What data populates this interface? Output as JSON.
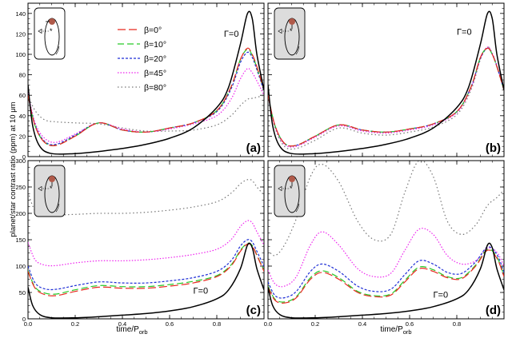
{
  "ylabel": "planet/star contrast ratio (ppm) at 10 μm",
  "xlabel": "time/P",
  "xlabel_sub": "orb",
  "gamma_label": "Γ=0",
  "legend": [
    {
      "label": "β=0°",
      "color": "#e8281f",
      "dash": "10,4"
    },
    {
      "label": "β=10°",
      "color": "#27c927",
      "dash": "8,4"
    },
    {
      "label": "β=20°",
      "color": "#1f2fd6",
      "dash": "3,2"
    },
    {
      "label": "β=45°",
      "color": "#ee22ee",
      "dash": "1.5,2"
    },
    {
      "label": "β=80°",
      "color": "#777777",
      "dash": "1.5,3"
    }
  ],
  "chart_data": [
    {
      "type": "line",
      "panel": "(a)",
      "xlim": [
        0,
        1
      ],
      "ylim": [
        0,
        150
      ],
      "yticks": [
        0,
        20,
        40,
        60,
        80,
        100,
        120,
        140
      ],
      "xticks": [
        0.0,
        0.2,
        0.4,
        0.6,
        0.8
      ],
      "series": [
        {
          "name": "Γ=0",
          "x": [
            0,
            0.02,
            0.05,
            0.1,
            0.2,
            0.3,
            0.4,
            0.5,
            0.6,
            0.7,
            0.8,
            0.85,
            0.9,
            0.93,
            0.95,
            0.97,
            1.0
          ],
          "y": [
            70,
            30,
            10,
            3,
            3,
            5,
            8,
            12,
            18,
            28,
            48,
            68,
            110,
            140,
            135,
            100,
            65
          ]
        },
        {
          "name": "β=0°",
          "x": [
            0,
            0.03,
            0.07,
            0.12,
            0.2,
            0.3,
            0.4,
            0.5,
            0.6,
            0.7,
            0.8,
            0.86,
            0.9,
            0.93,
            0.95,
            0.97,
            1.0
          ],
          "y": [
            60,
            30,
            14,
            11,
            20,
            33,
            26,
            24,
            28,
            33,
            45,
            68,
            95,
            106,
            100,
            88,
            65
          ]
        },
        {
          "name": "β=10°",
          "x": [
            0,
            0.03,
            0.07,
            0.12,
            0.2,
            0.3,
            0.4,
            0.5,
            0.6,
            0.7,
            0.8,
            0.86,
            0.9,
            0.93,
            0.95,
            0.97,
            1.0
          ],
          "y": [
            60,
            30,
            14,
            11,
            20,
            33,
            26,
            24,
            28,
            33,
            45,
            68,
            95,
            105,
            99,
            87,
            65
          ]
        },
        {
          "name": "β=20°",
          "x": [
            0,
            0.03,
            0.07,
            0.12,
            0.2,
            0.3,
            0.4,
            0.5,
            0.6,
            0.7,
            0.8,
            0.86,
            0.9,
            0.93,
            0.95,
            0.97,
            1.0
          ],
          "y": [
            60,
            31,
            15,
            12,
            21,
            33,
            26,
            24,
            28,
            33,
            44,
            66,
            92,
            102,
            97,
            85,
            64
          ]
        },
        {
          "name": "β=45°",
          "x": [
            0,
            0.03,
            0.07,
            0.12,
            0.2,
            0.3,
            0.4,
            0.5,
            0.6,
            0.7,
            0.8,
            0.86,
            0.9,
            0.93,
            0.95,
            0.97,
            1.0
          ],
          "y": [
            62,
            33,
            18,
            14,
            22,
            33,
            27,
            24,
            27,
            32,
            40,
            56,
            76,
            86,
            82,
            74,
            60
          ]
        },
        {
          "name": "β=80°",
          "x": [
            0,
            0.03,
            0.07,
            0.12,
            0.2,
            0.3,
            0.4,
            0.5,
            0.6,
            0.7,
            0.8,
            0.86,
            0.9,
            0.93,
            0.95,
            0.97,
            1.0
          ],
          "y": [
            60,
            45,
            36,
            34,
            33,
            32,
            28,
            25,
            25,
            26,
            31,
            40,
            50,
            56,
            57,
            58,
            60
          ]
        }
      ]
    },
    {
      "type": "line",
      "panel": "(b)",
      "xlim": [
        0,
        1
      ],
      "ylim": [
        0,
        150
      ],
      "yticks": [
        0,
        20,
        40,
        60,
        80,
        100,
        120,
        140
      ],
      "xticks": [
        0.0,
        0.2,
        0.4,
        0.6,
        0.8
      ],
      "series": [
        {
          "name": "Γ=0",
          "x": [
            0,
            0.02,
            0.05,
            0.1,
            0.2,
            0.3,
            0.4,
            0.5,
            0.6,
            0.7,
            0.8,
            0.85,
            0.9,
            0.93,
            0.95,
            0.97,
            1.0
          ],
          "y": [
            70,
            30,
            10,
            3,
            3,
            5,
            8,
            12,
            18,
            28,
            48,
            68,
            110,
            140,
            135,
            100,
            65
          ]
        },
        {
          "name": "β=0°",
          "x": [
            0,
            0.03,
            0.07,
            0.12,
            0.2,
            0.3,
            0.4,
            0.5,
            0.6,
            0.7,
            0.8,
            0.86,
            0.9,
            0.93,
            0.95,
            0.97,
            1.0
          ],
          "y": [
            60,
            30,
            13,
            11,
            20,
            31,
            26,
            24,
            27,
            32,
            44,
            68,
            97,
            106,
            100,
            88,
            65
          ]
        },
        {
          "name": "β=10°",
          "x": [
            0,
            0.03,
            0.07,
            0.12,
            0.2,
            0.3,
            0.4,
            0.5,
            0.6,
            0.7,
            0.8,
            0.86,
            0.9,
            0.93,
            0.95,
            0.97,
            1.0
          ],
          "y": [
            60,
            30,
            13,
            11,
            20,
            31,
            26,
            24,
            27,
            32,
            44,
            68,
            97,
            106,
            100,
            88,
            65
          ]
        },
        {
          "name": "β=20°",
          "x": [
            0,
            0.03,
            0.07,
            0.12,
            0.2,
            0.3,
            0.4,
            0.5,
            0.6,
            0.7,
            0.8,
            0.86,
            0.9,
            0.93,
            0.95,
            0.97,
            1.0
          ],
          "y": [
            60,
            30,
            13,
            11,
            20,
            31,
            26,
            24,
            27,
            32,
            44,
            68,
            96,
            106,
            100,
            88,
            65
          ]
        },
        {
          "name": "β=45°",
          "x": [
            0,
            0.03,
            0.07,
            0.12,
            0.2,
            0.3,
            0.4,
            0.5,
            0.6,
            0.7,
            0.8,
            0.86,
            0.9,
            0.93,
            0.95,
            0.97,
            1.0
          ],
          "y": [
            60,
            29,
            12,
            10,
            19,
            30,
            25,
            23,
            26,
            31,
            43,
            67,
            96,
            107,
            101,
            89,
            66
          ]
        },
        {
          "name": "β=80°",
          "x": [
            0,
            0.03,
            0.07,
            0.12,
            0.2,
            0.3,
            0.4,
            0.5,
            0.6,
            0.7,
            0.8,
            0.86,
            0.9,
            0.93,
            0.95,
            0.97,
            1.0
          ],
          "y": [
            60,
            28,
            10,
            8,
            16,
            28,
            23,
            21,
            24,
            29,
            41,
            65,
            95,
            107,
            101,
            89,
            66
          ]
        }
      ]
    },
    {
      "type": "line",
      "panel": "(c)",
      "xlim": [
        0,
        1
      ],
      "ylim": [
        0,
        300
      ],
      "yticks": [
        0,
        50,
        100,
        150,
        200,
        250,
        300
      ],
      "xticks": [
        0.0,
        0.2,
        0.4,
        0.6,
        0.8
      ],
      "series": [
        {
          "name": "Γ=0",
          "x": [
            0,
            0.02,
            0.05,
            0.1,
            0.2,
            0.3,
            0.4,
            0.5,
            0.6,
            0.7,
            0.8,
            0.85,
            0.9,
            0.93,
            0.95,
            0.97,
            1.0
          ],
          "y": [
            60,
            25,
            8,
            2,
            2,
            4,
            7,
            10,
            15,
            23,
            38,
            55,
            95,
            140,
            135,
            95,
            55
          ]
        },
        {
          "name": "β=0°",
          "x": [
            0,
            0.03,
            0.07,
            0.12,
            0.2,
            0.3,
            0.4,
            0.5,
            0.6,
            0.7,
            0.8,
            0.86,
            0.9,
            0.93,
            0.95,
            0.97,
            1.0
          ],
          "y": [
            90,
            58,
            46,
            44,
            52,
            60,
            58,
            58,
            62,
            68,
            80,
            100,
            128,
            142,
            138,
            120,
            90
          ]
        },
        {
          "name": "β=10°",
          "x": [
            0,
            0.03,
            0.07,
            0.12,
            0.2,
            0.3,
            0.4,
            0.5,
            0.6,
            0.7,
            0.8,
            0.86,
            0.9,
            0.93,
            0.95,
            0.97,
            1.0
          ],
          "y": [
            92,
            60,
            49,
            47,
            55,
            63,
            61,
            61,
            65,
            71,
            82,
            102,
            130,
            143,
            139,
            121,
            92
          ]
        },
        {
          "name": "β=20°",
          "x": [
            0,
            0.03,
            0.07,
            0.12,
            0.2,
            0.3,
            0.4,
            0.5,
            0.6,
            0.7,
            0.8,
            0.86,
            0.9,
            0.93,
            0.95,
            0.97,
            1.0
          ],
          "y": [
            100,
            68,
            57,
            56,
            63,
            70,
            68,
            68,
            72,
            78,
            90,
            110,
            138,
            150,
            146,
            128,
            100
          ]
        },
        {
          "name": "β=45°",
          "x": [
            0,
            0.03,
            0.07,
            0.12,
            0.2,
            0.3,
            0.4,
            0.5,
            0.6,
            0.7,
            0.8,
            0.86,
            0.9,
            0.93,
            0.95,
            0.97,
            1.0
          ],
          "y": [
            145,
            112,
            102,
            101,
            106,
            110,
            110,
            112,
            116,
            122,
            132,
            150,
            175,
            186,
            182,
            165,
            140
          ]
        },
        {
          "name": "β=80°",
          "x": [
            0,
            0.03,
            0.07,
            0.12,
            0.2,
            0.3,
            0.4,
            0.5,
            0.6,
            0.7,
            0.8,
            0.86,
            0.9,
            0.93,
            0.95,
            0.97,
            1.0
          ],
          "y": [
            240,
            205,
            198,
            197,
            198,
            200,
            200,
            202,
            206,
            212,
            222,
            238,
            256,
            264,
            262,
            250,
            235
          ]
        }
      ]
    },
    {
      "type": "line",
      "panel": "(d)",
      "xlim": [
        0,
        1
      ],
      "ylim": [
        0,
        300
      ],
      "yticks": [
        0,
        50,
        100,
        150,
        200,
        250,
        300
      ],
      "xticks": [
        0.0,
        0.2,
        0.4,
        0.6,
        0.8
      ],
      "series": [
        {
          "name": "Γ=0",
          "x": [
            0,
            0.02,
            0.05,
            0.1,
            0.2,
            0.3,
            0.4,
            0.5,
            0.6,
            0.7,
            0.8,
            0.85,
            0.9,
            0.93,
            0.95,
            0.97,
            1.0
          ],
          "y": [
            60,
            25,
            8,
            2,
            2,
            4,
            7,
            10,
            15,
            23,
            38,
            55,
            95,
            140,
            135,
            95,
            55
          ]
        },
        {
          "name": "β=0°",
          "x": [
            0,
            0.03,
            0.07,
            0.12,
            0.18,
            0.23,
            0.3,
            0.38,
            0.45,
            0.52,
            0.58,
            0.64,
            0.7,
            0.76,
            0.82,
            0.88,
            0.93,
            0.97,
            1.0
          ],
          "y": [
            60,
            35,
            30,
            40,
            75,
            88,
            75,
            50,
            42,
            45,
            70,
            95,
            90,
            78,
            76,
            100,
            130,
            115,
            80
          ]
        },
        {
          "name": "β=10°",
          "x": [
            0,
            0.03,
            0.07,
            0.12,
            0.18,
            0.23,
            0.3,
            0.38,
            0.45,
            0.52,
            0.58,
            0.64,
            0.7,
            0.76,
            0.82,
            0.88,
            0.93,
            0.97,
            1.0
          ],
          "y": [
            62,
            37,
            32,
            42,
            78,
            91,
            78,
            52,
            44,
            47,
            73,
            98,
            93,
            80,
            78,
            102,
            132,
            117,
            82
          ]
        },
        {
          "name": "β=20°",
          "x": [
            0,
            0.03,
            0.07,
            0.12,
            0.18,
            0.23,
            0.3,
            0.38,
            0.45,
            0.52,
            0.58,
            0.64,
            0.7,
            0.76,
            0.82,
            0.88,
            0.93,
            0.97,
            1.0
          ],
          "y": [
            70,
            44,
            40,
            52,
            90,
            104,
            90,
            62,
            52,
            56,
            84,
            110,
            104,
            88,
            86,
            108,
            136,
            122,
            88
          ]
        },
        {
          "name": "β=45°",
          "x": [
            0,
            0.03,
            0.07,
            0.12,
            0.18,
            0.23,
            0.3,
            0.38,
            0.45,
            0.52,
            0.58,
            0.64,
            0.7,
            0.76,
            0.82,
            0.88,
            0.93,
            0.97,
            1.0
          ],
          "y": [
            92,
            66,
            62,
            80,
            140,
            165,
            140,
            95,
            80,
            86,
            130,
            170,
            160,
            120,
            104,
            110,
            134,
            126,
            100
          ]
        },
        {
          "name": "β=80°",
          "x": [
            0,
            0.03,
            0.07,
            0.12,
            0.18,
            0.23,
            0.3,
            0.38,
            0.45,
            0.52,
            0.58,
            0.64,
            0.7,
            0.76,
            0.82,
            0.88,
            0.93,
            0.97,
            1.0
          ],
          "y": [
            130,
            120,
            140,
            190,
            270,
            293,
            260,
            185,
            150,
            160,
            240,
            300,
            270,
            185,
            160,
            178,
            215,
            230,
            245
          ]
        }
      ]
    }
  ]
}
